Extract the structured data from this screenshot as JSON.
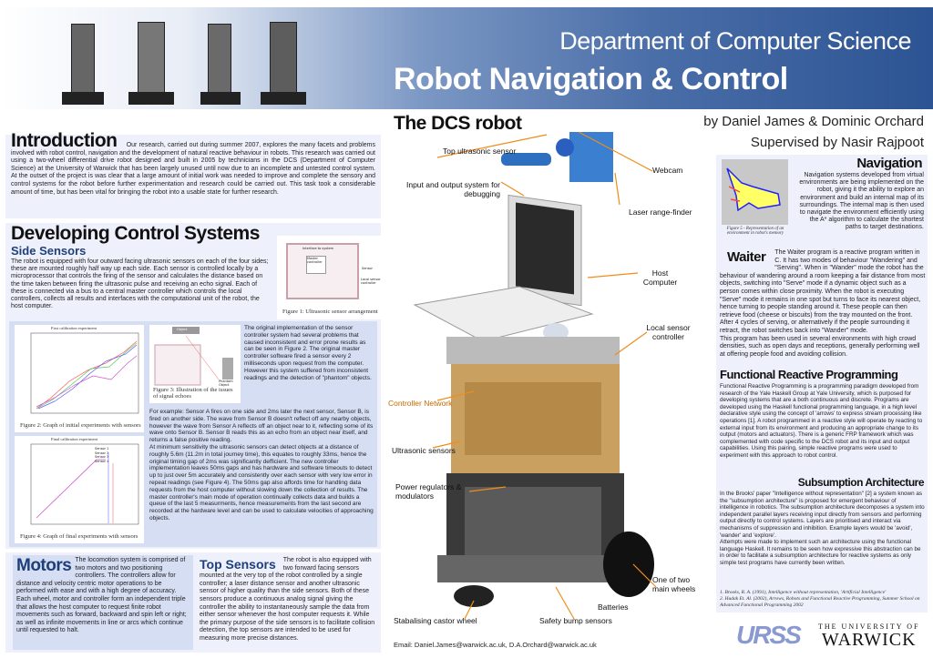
{
  "header": {
    "department": "Department of Computer Science",
    "title": "Robot Navigation & Control"
  },
  "authors": {
    "by": "by Daniel James & Dominic Orchard",
    "supervised": "Supervised by Nasir Rajpoot"
  },
  "introduction": {
    "heading": "Introduction",
    "text": "Our research, carried out during summer 2007, explores the many facets and problems involved with robot control, navigation and the development of natural reactive behaviour in robots. This research was carried out using a two-wheel differential drive robot designed and built in 2005 by technicians in the DCS (Department of Computer Science) at the University of Warwick that has been largely unused until now due to an incomplete and untested control system. At the outset of the project is was clear that a large amount of initial work was needed to improve and complete the sensory and control systems for the robot before further experimentation and research could be carried out. This task took a considerable amount of time, but has been vital for bringing the robot into a usable state for further research."
  },
  "developing": {
    "heading": "Developing Control Systems",
    "subheading": "Side Sensors",
    "text": "The robot is equipped with four outward facing ultrasonic sensors on each of the four sides; these are mounted roughly half way up each side. Each sensor is controlled locally by a microprocessor that controls the firing of the sensor and calculates the distance based on the time taken between firing the ultrasonic pulse and receiving an echo signal. Each of these is connected via a bus to a central master controller which controls the local controllers, collects all results and interfaces with the computational unit of the robot, the host computer.",
    "fig1_caption": "Figure 1: Ultrasonic sensor arrangement",
    "fig1_labels": [
      "Interface to system",
      "Master controller",
      "Sensor",
      "Local sensor controller"
    ],
    "fig2_title": "First calibration experiment",
    "fig2_caption": "Figure 2: Graph of initial experiments with sensors",
    "fig3_caption": "Figure 3: Illustration of the issues of signal echoes",
    "fig3_labels": [
      "Object",
      "Phantom Object"
    ],
    "fig4_title": "Final calibration experiment",
    "fig4_caption": "Figure 4: Graph of final experiments with sensors",
    "legend": [
      "Sensor 1",
      "Sensor 2",
      "Sensor 3",
      "Sensor 4"
    ],
    "text2": "The original implementation of the sensor controller system had several problems that caused inconsistent and error prone results as can be seen in Figure 2. The original master controller software fired a sensor every 2 milliseconds upon request from the computer. However this system suffered from inconsistent readings and the detection of \"phantom\" objects.",
    "text3": "For example: Sensor A fires on one side and 2ms later the next sensor, Sensor B, is fired on another side. The wave from Sensor B doesn't reflect off any nearby objects, however the wave from Sensor A reflects off an object near to it, reflecting some of its wave onto Sensor B. Sensor B reads this as an echo from an object near itself, and returns a false positive reading.",
    "text4": "At minimum sensitivity the ultrasonic sensors can detect objects at a distance of roughly 5.6m (11.2m in total journey time), this equates to roughly 33ms, hence the original timing gap of 2ms was significantly defficient. The new controller implementation leaves 50ms gaps and has hardware and software timeouts to detect up to just over 5m accurately and consistently over each sensor with very low error in repeat readings (see Figure 4). The 50ms gap also affords time for handling data requests from the host computer without slowing down the collection of results. The master controller's main mode of operation continually collects data and builds a queue of the last 5 measurments, hence measurements from the last second are recorded at the hardware level and can be used to calculate velocities of approaching objects."
  },
  "motors": {
    "heading": "Motors",
    "text": "The locomotion system is comprised of two motors and two positioning controllers. The controllers allow for distance and velocity centric motor operations to be performed with ease and with a high degree of accuracy. Each wheel, motor and controller form an independent triple that allows the host computer to request finite robot movements such as forward, backward and spin left or right; as well as infinite movements in line or arcs which continue until requested to halt."
  },
  "top_sensors": {
    "heading": "Top Sensors",
    "text": "The robot is also equipped with two forward facing sensors mounted at the very top of the robot controlled by a single controller; a laser distance sensor and another ultrasonic sensor of higher quality than the side sensors. Both of these sensors produce a continuous analog signal giving the controller the ability to instantaneously sample the data from either sensor whenever the host computer requests it. While the primary purpose of the side sensors is to facilitate collision detection, the top sensors are intended to be used for measuring more precise distances."
  },
  "robot": {
    "heading": "The DCS robot",
    "labels": {
      "top_sensor": "Top ultrasonic sensor",
      "webcam": "Webcam",
      "io": "Input and output system for debugging",
      "laser": "Laser range-finder",
      "host": "Host Computer",
      "local": "Local sensor controller",
      "network": "Controller Network",
      "ultrasonic": "Ultrasonic sensors",
      "power": "Power regulators & modulators",
      "wheels": "One of two main wheels",
      "batteries": "Batteries",
      "castor": "Stabalising castor wheel",
      "bump": "Safety bump sensors"
    },
    "email": "Email: Daniel.James@warwick.ac.uk, D.A.Orchard@warwick.ac.uk"
  },
  "navigation": {
    "heading": "Navigation",
    "text": "Navigation systems developed from virtual environments are being implemented on the robot, giving it the ability to explore an environment and build an internal map of its surroundings. The internal map is then used to navigate the environment efficiently using the A* algorithm to calculate the shortest paths to target destinations.",
    "fig_caption": "Figure 5 - Representation of an environment in robot's memory"
  },
  "waiter": {
    "heading": "Waiter",
    "text": "The Waiter program is a reactive program written in C. It has two modes of behaviour \"Wandering\" and \"Serving\". When in \"Wander\" mode the robot has the behaviour of wandering around a room keeping a fair distance from most objects, switching into \"Serve\" mode if a dynamic object such as a person comes within close proximity. When the robot is executing \"Serve\" mode it remains in one spot but turns to face its nearest object, hence turning to people standing around it. These people can then retrieve food (cheese or biscuits) from the tray mounted on the front. After 4 cycles of serving, or alternatively if the people surrounding it retract, the robot switches back into \"Wander\" mode.",
    "text2": "This program has been used in several environments with high crowd densities, such as open days and receptions, generally performing well at offering people food and avoiding collision."
  },
  "frp": {
    "heading": "Functional Reactive Programming",
    "text": "Functional Reactive Programming is a programming paradigm developed from research of the Yale Haskell Group at Yale University, which is purposed for developing systems that are a both continuous and discrete. Programs are developed using the Haskell functional programming language, in a high level declarative style using the concept of 'arrows' to express stream processing like operations [1]. A robot programmed in a reactive style will operate by reacting to external input from its environment and producing an appropriate change to its output (motors and actuators). There is a generic FRP framework which was complemented with code specific to the DCS robot and its input and output capabilities. Using this pairing, simple reactive programs were used to experiment with this approach to robot control."
  },
  "subsumption": {
    "heading": "Subsumption Architecture",
    "text": "In the Brooks' paper \"Intelligence without representation\" [2] a system known as the \"subsumption architecture\" is proposed for emergent behaviour of intelligence in robotics. The subsumption architecture decomposes a system into independent parallel layers receiving input directly from sensors and performing output directly to control systems. Layers are prioritised and interact via mechanisms of suppression and inhibition. Example layers would be 'avoid', 'wander' and 'explore'.",
    "text2": "Attempts were made to implement such an architecture using the functional language Haskell. It remains to be seen how expressive this abstraction can be in order to facilitate a subsumption architecture for reactive systems as only simple test programs have currently been written.",
    "refs": [
      "1. Brooks, R. A. (1991), Intelligence without representation, 'Artificial Intelligence'",
      "2. Hudak Et. Al. (2002), Arrows, Robots and Functional Reactive Programming, Summer School on Advanced Functional Programming 2002"
    ]
  },
  "logos": {
    "urss": "URSS",
    "warwick_top": "THE UNIVERSITY OF",
    "warwick": "WARWICK"
  },
  "colors": {
    "header_blue": "#2c5393",
    "panel": "#eef1fb",
    "inner": "#d6def3",
    "heading_blue": "#1f3f7a",
    "arrow": "#f08c1a"
  }
}
